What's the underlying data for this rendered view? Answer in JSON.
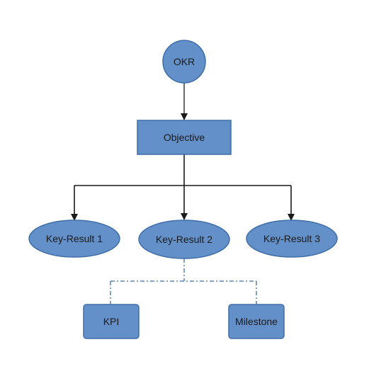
{
  "diagram": {
    "colors": {
      "node_fill": "#6390c8",
      "node_stroke": "#3f6ea8",
      "solid_connector": "#1a1a1a",
      "dashed_connector": "#3f6ea8",
      "text": "#1a1a1a",
      "background": "#ffffff"
    },
    "nodes": {
      "okr": {
        "label": "OKR",
        "shape": "circle"
      },
      "objective": {
        "label": "Objective",
        "shape": "rectangle"
      },
      "key_result_1": {
        "label": "Key-Result 1",
        "shape": "ellipse"
      },
      "key_result_2": {
        "label": "Key-Result 2",
        "shape": "ellipse"
      },
      "key_result_3": {
        "label": "Key-Result 3",
        "shape": "ellipse"
      },
      "kpi": {
        "label": "KPI",
        "shape": "rounded-rectangle"
      },
      "milestone": {
        "label": "Milestone",
        "shape": "rounded-rectangle"
      }
    },
    "edges": [
      {
        "from": "OKR",
        "to": "Objective",
        "style": "solid-arrow"
      },
      {
        "from": "Objective",
        "to": "Key-Result 1",
        "style": "solid-arrow"
      },
      {
        "from": "Objective",
        "to": "Key-Result 2",
        "style": "solid-arrow"
      },
      {
        "from": "Objective",
        "to": "Key-Result 3",
        "style": "solid-arrow"
      },
      {
        "from": "Key-Result 2",
        "to": "KPI",
        "style": "dash-dot"
      },
      {
        "from": "Key-Result 2",
        "to": "Milestone",
        "style": "dash-dot"
      }
    ]
  }
}
